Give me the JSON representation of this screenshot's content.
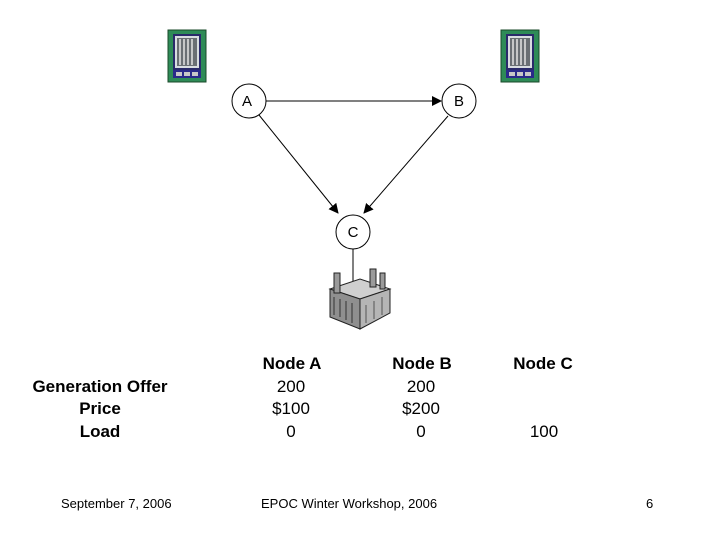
{
  "diagram": {
    "nodes": [
      {
        "id": "A",
        "label": "A"
      },
      {
        "id": "B",
        "label": "B"
      },
      {
        "id": "C",
        "label": "C"
      }
    ],
    "edges": [
      {
        "from": "A",
        "to": "B"
      },
      {
        "from": "A",
        "to": "C"
      },
      {
        "from": "B",
        "to": "C"
      }
    ],
    "icons": [
      {
        "name": "generator-icon",
        "attached_to": "A"
      },
      {
        "name": "generator-icon",
        "attached_to": "B"
      },
      {
        "name": "factory-icon",
        "attached_to": "C"
      }
    ]
  },
  "table": {
    "headers": [
      "Node A",
      "Node B",
      "Node C"
    ],
    "row_labels": [
      "Generation Offer",
      "Price",
      "Load"
    ],
    "rows": [
      [
        "200",
        "200",
        ""
      ],
      [
        "$100",
        "$200",
        ""
      ],
      [
        "0",
        "0",
        "100"
      ]
    ]
  },
  "footer": {
    "date": "September 7, 2006",
    "title": "EPOC Winter Workshop, 2006",
    "page": "6"
  }
}
